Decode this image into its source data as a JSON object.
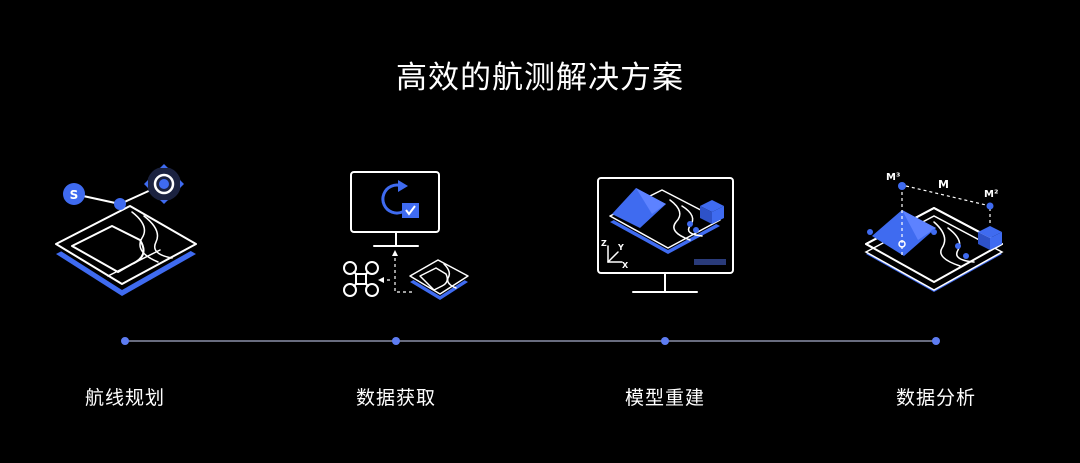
{
  "title": "高效的航测解决方案",
  "steps": [
    {
      "label": "航线规划",
      "start_marker": "S"
    },
    {
      "label": "数据获取"
    },
    {
      "label": "模型重建",
      "axis_z": "Z",
      "axis_y": "Y",
      "axis_x": "X"
    },
    {
      "label": "数据分析",
      "measure_m3": "M³",
      "measure_m": "M",
      "measure_m2": "M²"
    }
  ],
  "colors": {
    "accent": "#3f6bf0",
    "background": "#000000",
    "line": "#ffffff",
    "timeline": "#8a8fa8"
  },
  "icons": [
    "route-planning-icon",
    "monitor-refresh-icon",
    "drone-icon",
    "monitor-3d-model-icon",
    "isometric-analysis-map-icon"
  ]
}
